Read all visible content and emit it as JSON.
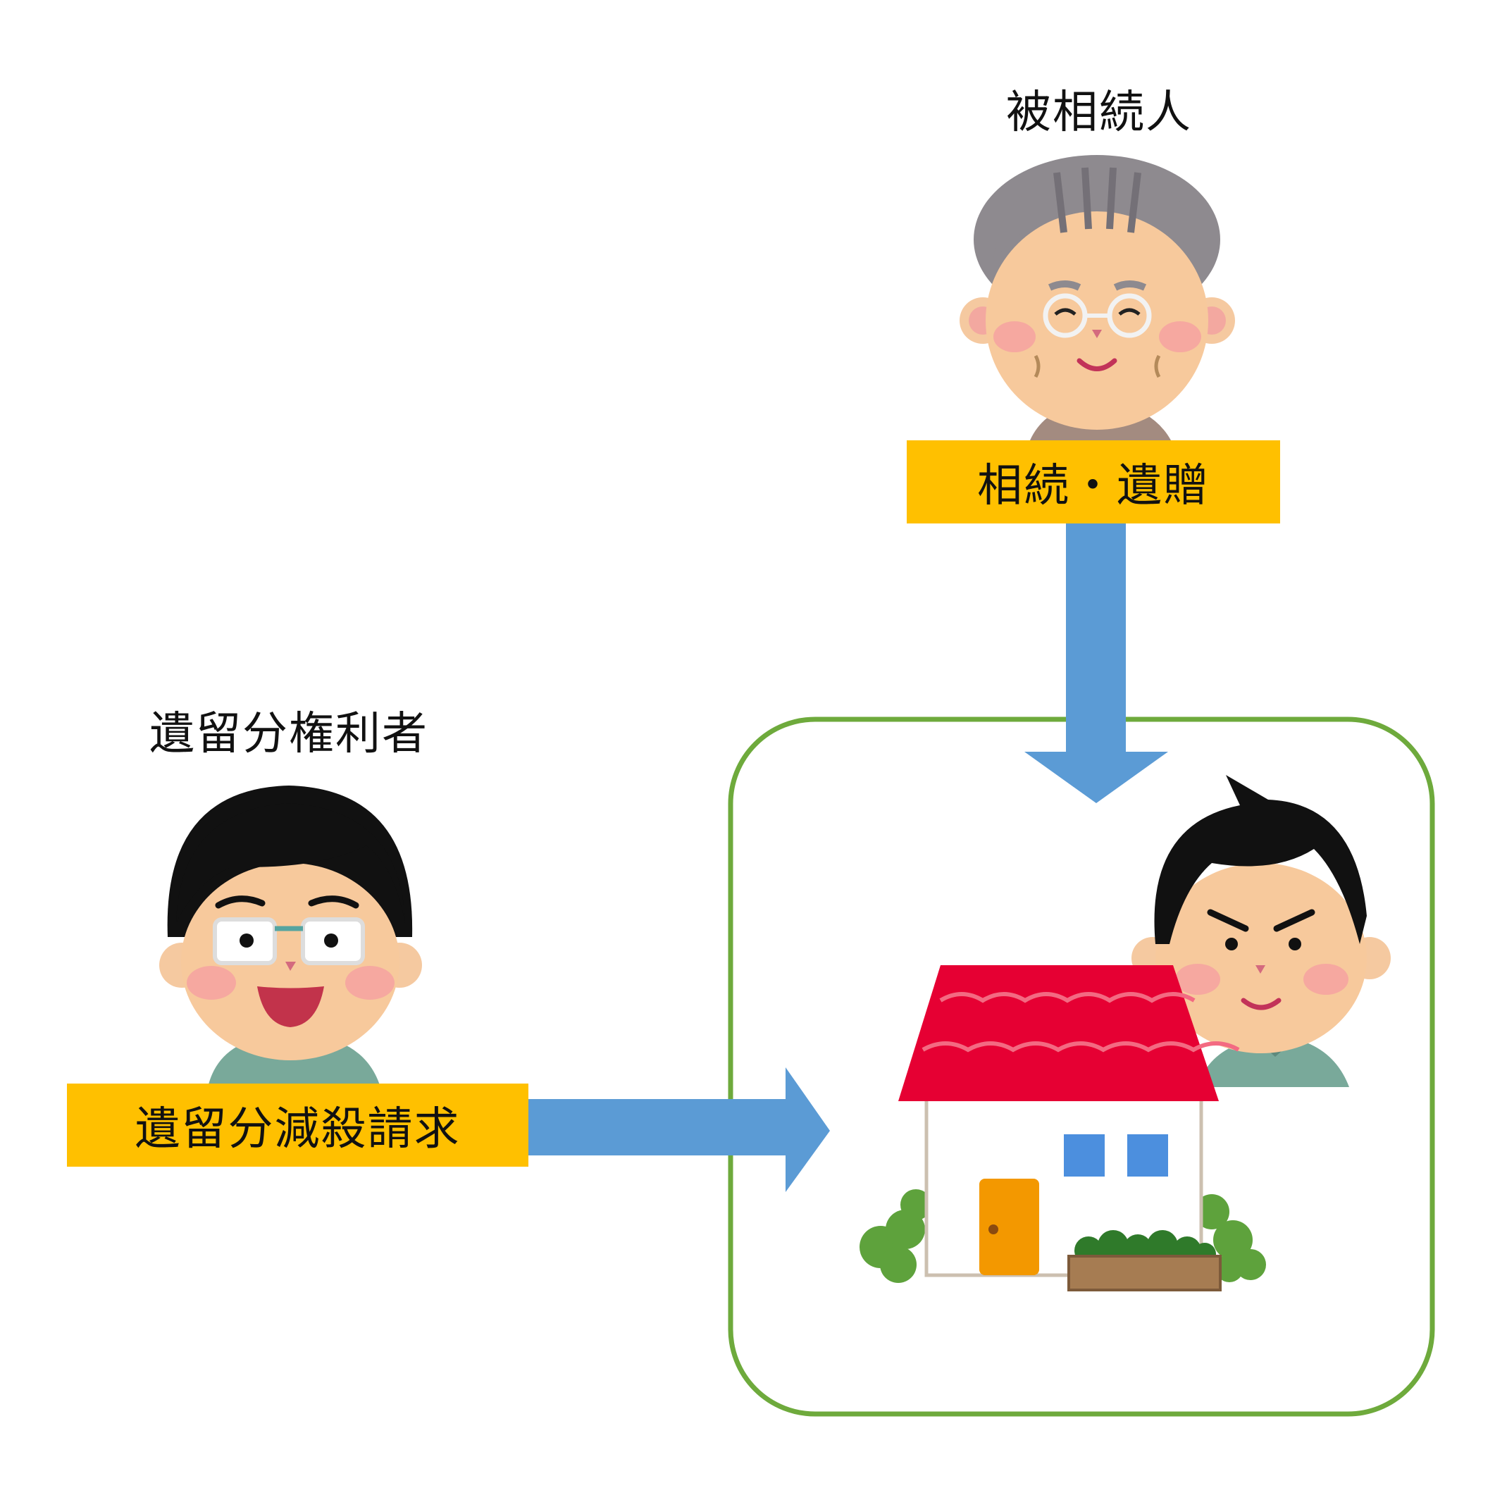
{
  "decedent": {
    "title": "被相続人",
    "action_label": "相続・遺贈"
  },
  "claimant": {
    "title": "遺留分権利者",
    "action_label": "遺留分減殺請求"
  },
  "icons": {
    "decedent": "elderly-man-icon",
    "claimant": "man-with-glasses-icon",
    "recipient": "young-man-icon",
    "property": "house-icon"
  },
  "colors": {
    "label_fill": "#FFC000",
    "arrow_fill": "#5B9BD5",
    "frame_stroke": "#6EAA3C",
    "roof": "#E60033"
  }
}
